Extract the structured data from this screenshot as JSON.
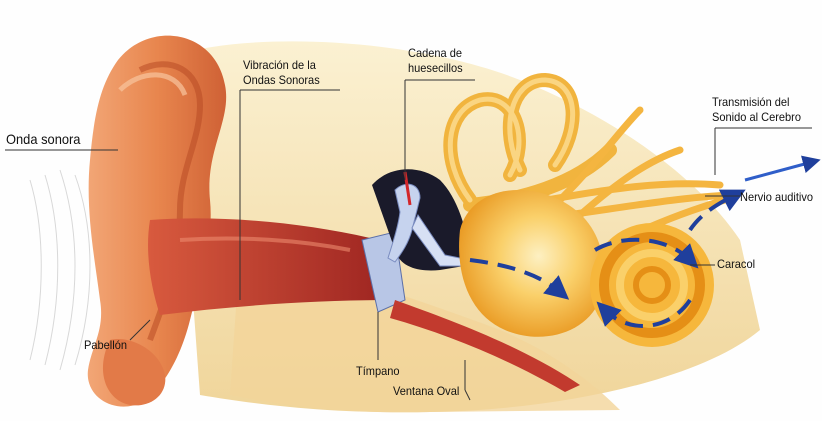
{
  "labels": {
    "onda_sonora": "Onda sonora",
    "vibracion": [
      "Vibración de la",
      "Ondas Sonoras"
    ],
    "cadena": [
      "Cadena de",
      "huesecillos"
    ],
    "transmision": [
      "Transmisión del",
      "Sonido al Cerebro"
    ],
    "nervio": "Nervio auditivo",
    "caracol": "Caracol",
    "pabellon": "Pabellón",
    "timpano": "Tímpano",
    "ventana": "Ventana Oval"
  },
  "colors": {
    "skin": "#e8864e",
    "skin_dark": "#c9582c",
    "canal": "#c9453a",
    "bone": "#f7e3b8",
    "inner": "#f5b23a",
    "inner_light": "#fad06a",
    "arrow": "#1f3f9c"
  }
}
